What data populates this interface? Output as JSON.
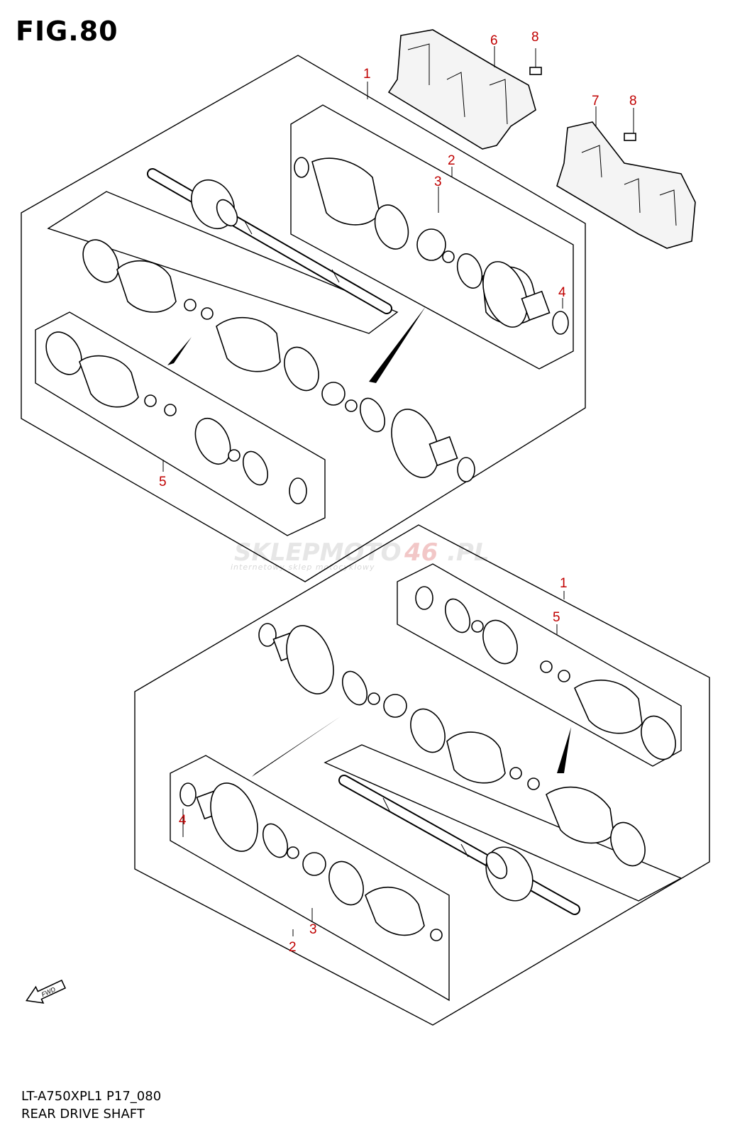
{
  "figure": {
    "title": "FIG.80",
    "model_code": "LT-A750XPL1 P17_080",
    "name": "REAR DRIVE SHAFT"
  },
  "watermark": {
    "brand_a": "SKLEPMOTO",
    "brand_b": "46",
    "brand_c": ".PL",
    "tagline": "internetowy sklep motocyklowy"
  },
  "fwd_label": "FWD",
  "callouts": {
    "top": [
      "1",
      "2",
      "3",
      "4",
      "5",
      "6",
      "7",
      "8",
      "8"
    ],
    "bottom": [
      "1",
      "5",
      "4",
      "3",
      "2"
    ]
  },
  "colors": {
    "callout": "#c00000",
    "line": "#000000",
    "watermark": "#e6e6e6"
  }
}
